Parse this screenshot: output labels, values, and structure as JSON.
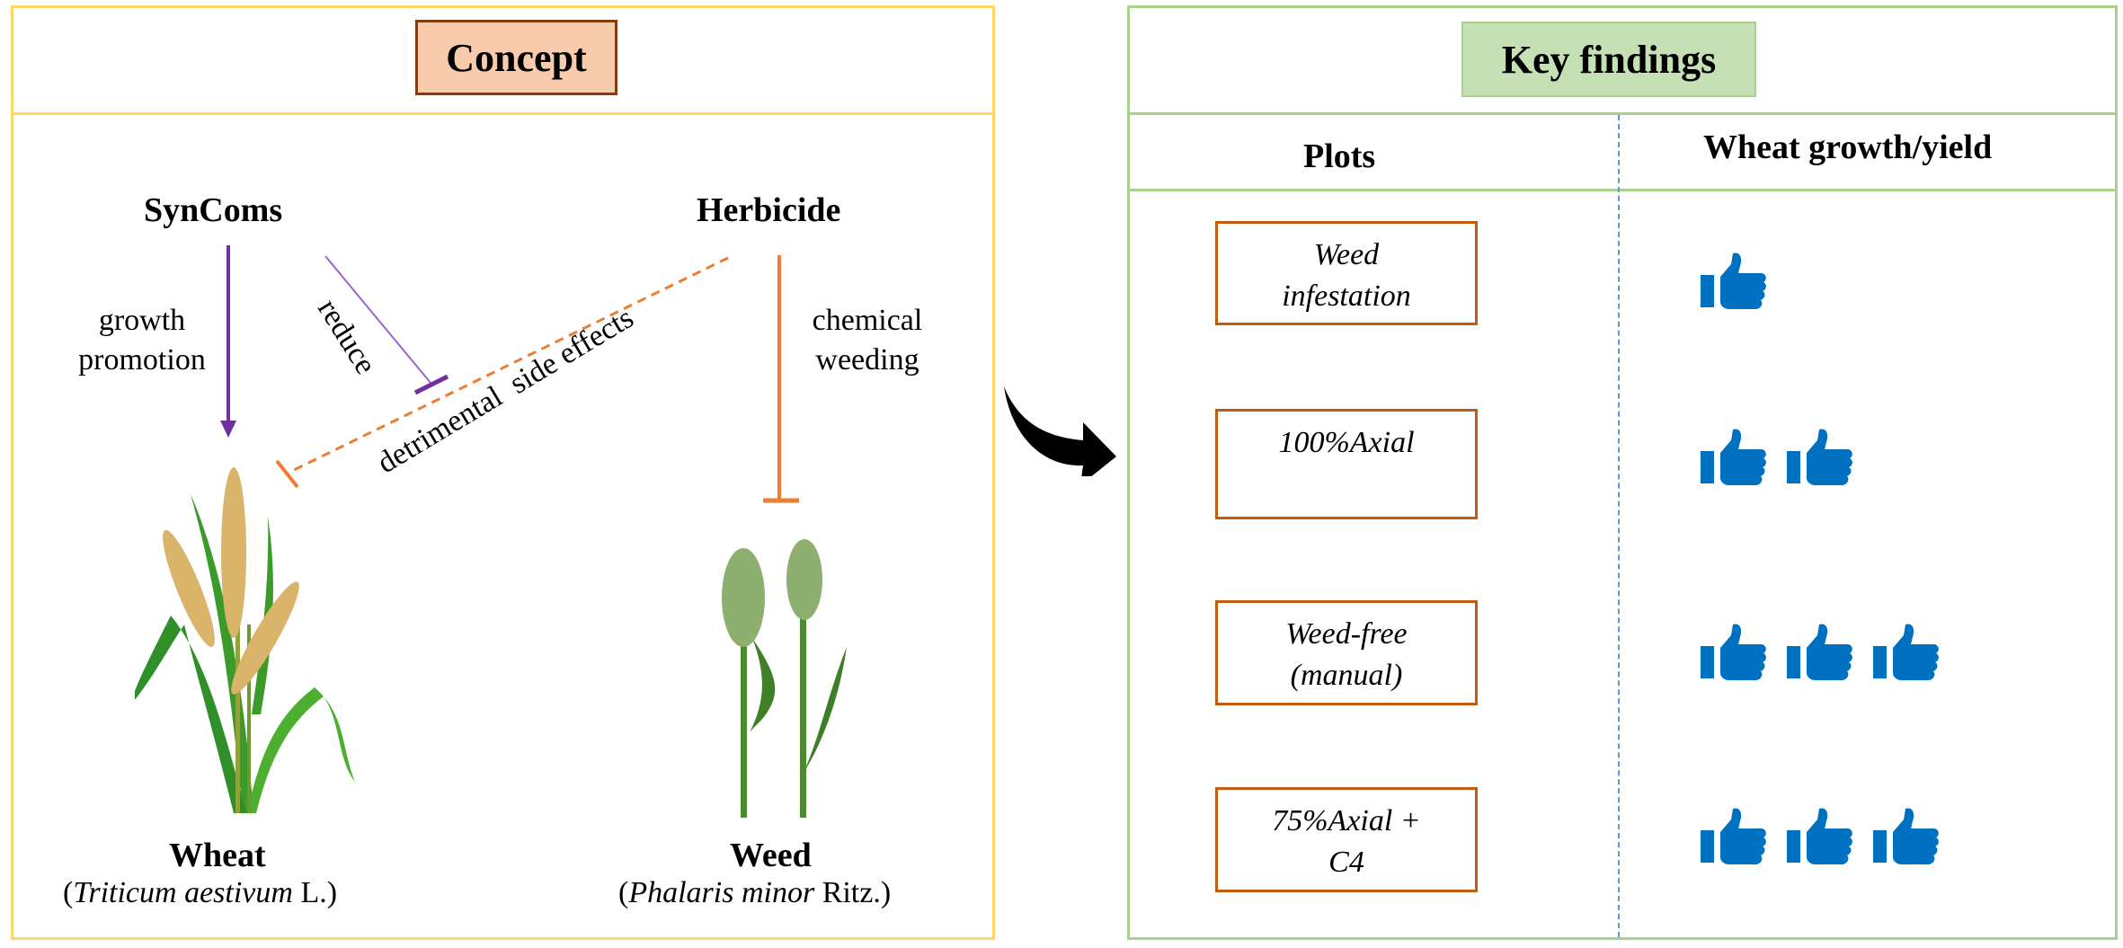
{
  "concept": {
    "title": "Concept",
    "syncoms_label": "SynComs",
    "herbicide_label": "Herbicide",
    "growth_label_line1": "growth",
    "growth_label_line2": "promotion",
    "reduce_label": "reduce",
    "side_effects_label": "detrimental  side effects",
    "chemical_label_line1": "chemical",
    "chemical_label_line2": "weeding",
    "wheat": {
      "name": "Wheat",
      "open_paren": "(",
      "scientific_name": "Triticum aestivum",
      "authority": " L.)"
    },
    "weed": {
      "name": "Weed",
      "open_paren": "(",
      "scientific_name": "Phalaris minor",
      "authority": " Ritz.)"
    },
    "colors": {
      "syncoms_arrow": "#7030A0",
      "herbicide_arrow": "#ED7D31"
    }
  },
  "findings": {
    "title": "Key findings",
    "col_plots": "Plots",
    "col_yield": "Wheat growth/yield",
    "rows": [
      {
        "line1": "Weed",
        "line2": "infestation",
        "thumbs": 1
      },
      {
        "line1": "100%Axial",
        "line2": "",
        "thumbs": 2
      },
      {
        "line1": "Weed-free",
        "line2": "(manual)",
        "thumbs": 3
      },
      {
        "line1": "75%Axial +",
        "line2": "C4",
        "thumbs": 3
      }
    ],
    "thumb_icon": "thumbs-up-icon",
    "thumb_color": "#0070C0"
  },
  "transition_icon": "curved-arrow-right-icon"
}
